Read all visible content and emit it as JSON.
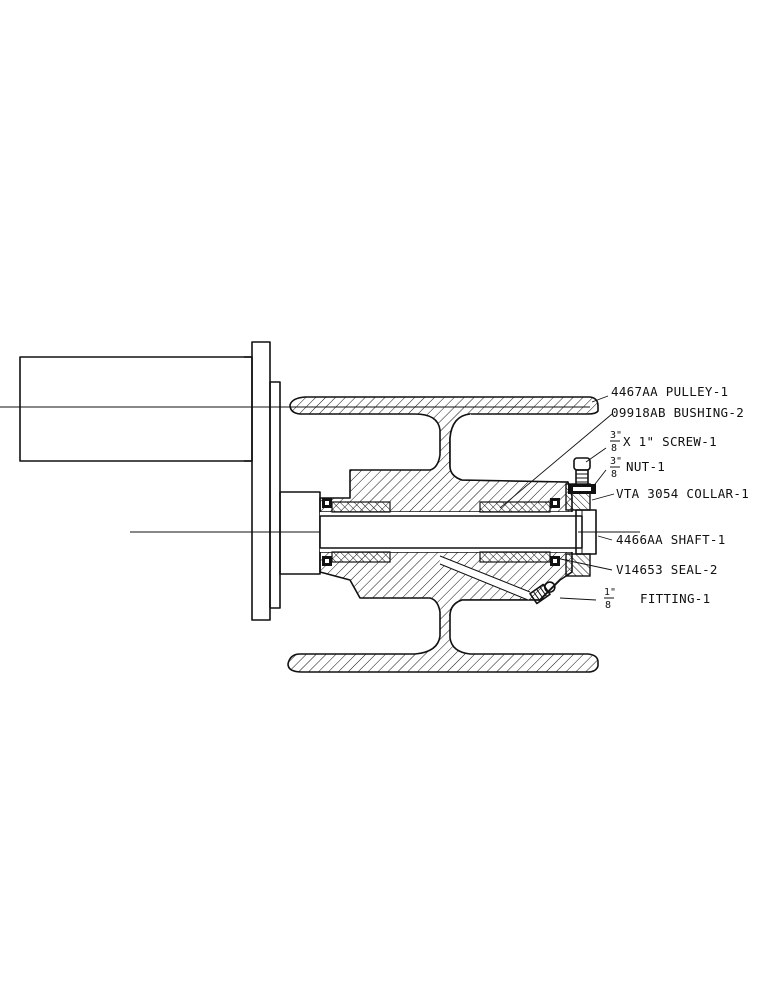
{
  "colors": {
    "ink": "#111111",
    "paper": "#ffffff"
  },
  "labels": {
    "pulley": "4467AA PULLEY-1",
    "bushing": "09918AB BUSHING-2",
    "screw": "X 1\" SCREW-1",
    "screw_frac_num": "3\"",
    "screw_frac_den": "8",
    "nut": "NUT-1",
    "nut_frac_num": "3\"",
    "nut_frac_den": "8",
    "collar": "VTA 3054 COLLAR-1",
    "shaft": "4466AA SHAFT-1",
    "seal": "V14653 SEAL-2",
    "fitting": "FITTING-1",
    "fitting_frac_num": "1\"",
    "fitting_frac_den": "8"
  }
}
